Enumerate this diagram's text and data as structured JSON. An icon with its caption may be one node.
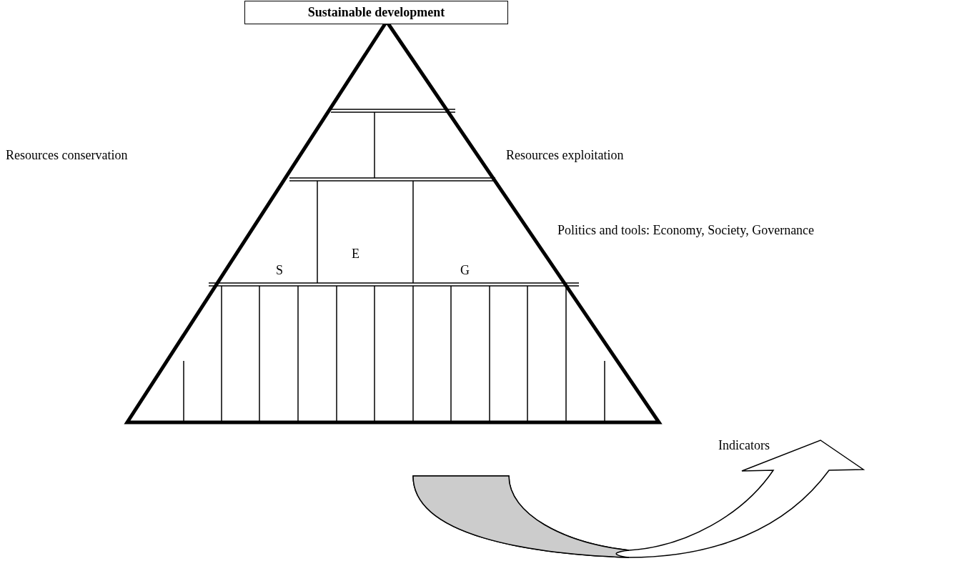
{
  "diagram": {
    "nodes": [
      {
        "text": [
          "Sustainable development"
        ]
      }
    ],
    "labels": [
      "Resources conservation",
      "Resources exploitation",
      "Politics and tools: Economy, Society, Governance",
      "S",
      "E",
      "G",
      "Indicators"
    ]
  }
}
